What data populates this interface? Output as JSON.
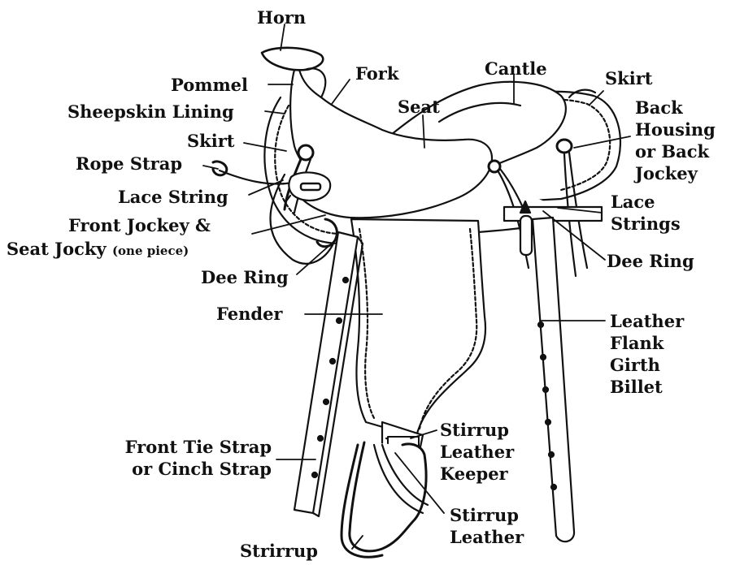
{
  "labels": {
    "horn": "Horn",
    "pommel": "Pommel",
    "fork": "Fork",
    "cantle": "Cantle",
    "skirt_right": "Skirt",
    "sheepskin_lining": "Sheepskin Lining",
    "seat": "Seat",
    "skirt_left": "Skirt",
    "back_housing": [
      "Back",
      "Housing",
      "or Back",
      "Jockey"
    ],
    "rope_strap": "Rope Strap",
    "lace_string": "Lace String",
    "lace_strings": [
      "Lace",
      "Strings"
    ],
    "front_jockey_line1": "Front Jockey &",
    "front_jockey_line2": "Seat Jocky",
    "front_jockey_note": "(one piece)",
    "dee_ring_right": "Dee Ring",
    "dee_ring_left": "Dee Ring",
    "fender": "Fender",
    "flank_billet": [
      "Leather",
      "Flank",
      "Girth",
      "Billet"
    ],
    "stirrup_keeper": [
      "Stirrup",
      "Leather",
      "Keeper"
    ],
    "front_tie_strap": [
      "Front Tie Strap",
      "or Cinch Strap"
    ],
    "stirrup_leather": [
      "Stirrup",
      "Leather"
    ],
    "stirrup": "Strirrup"
  },
  "colors": {
    "ink": "#111111",
    "paper": "#ffffff"
  }
}
